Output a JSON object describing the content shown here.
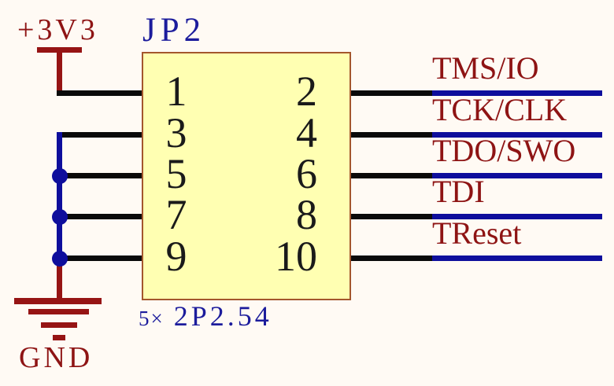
{
  "colors": {
    "background": "#FFFAF4",
    "wire_black": "#0A0A0A",
    "net_blue": "#0E0E9C",
    "label_blue": "#1C1C9C",
    "dark_red": "#8E1414",
    "connector_fill": "#FFFFB2",
    "connector_border": "#A4572D"
  },
  "power": {
    "net_label": "+3V3"
  },
  "ground": {
    "net_label": "GND"
  },
  "connector": {
    "designator": "JP2",
    "type_prefix": "5×",
    "type_value": "2P2.54",
    "pins_left": [
      "1",
      "3",
      "5",
      "7",
      "9"
    ],
    "pins_right": [
      "2",
      "4",
      "6",
      "8",
      "10"
    ]
  },
  "signals": [
    "TMS/IO",
    "TCK/CLK",
    "TDO/SWO",
    "TDI",
    "TReset"
  ]
}
